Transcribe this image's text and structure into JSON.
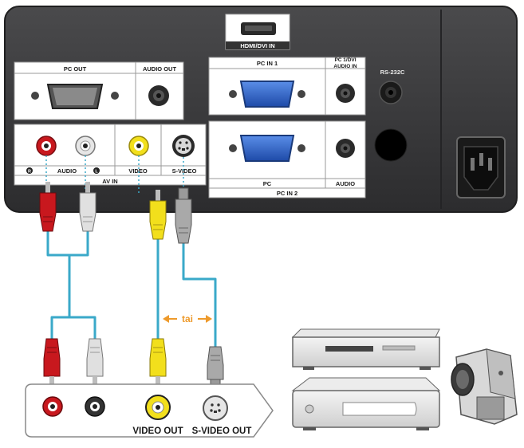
{
  "projector": {
    "hdmi_label": "HDMI/DVI IN",
    "pc_out_label": "PC OUT",
    "audio_out_label": "AUDIO OUT",
    "pc_in1_label": "PC IN 1",
    "pc_dvi_audio_label_line1": "PC 1/DVI",
    "pc_dvi_audio_label_line2": "AUDIO IN",
    "rs232c_label": "RS-232C",
    "audio_r_marker": "R",
    "audio_label": "AUDIO",
    "audio_l_marker": "L",
    "video_label": "VIDEO",
    "svideo_label": "S-VIDEO",
    "av_in_label": "AV IN",
    "pc_label": "PC",
    "audio2_label": "AUDIO",
    "pc_in2_label": "PC IN 2"
  },
  "cable_note": "tai",
  "source_panel": {
    "video_out_label": "VIDEO OUT",
    "svideo_out_label": "S-VIDEO OUT"
  },
  "colors": {
    "panel": "#3b3b3d",
    "plate": "#ffffff",
    "wire": "#3aa9c9",
    "red_plug": "#c8181e",
    "white_plug": "#d9d9d9",
    "yellow_plug": "#f2df1c",
    "vga_blue": "#2f62c4",
    "accent": "#ee9a2b"
  }
}
